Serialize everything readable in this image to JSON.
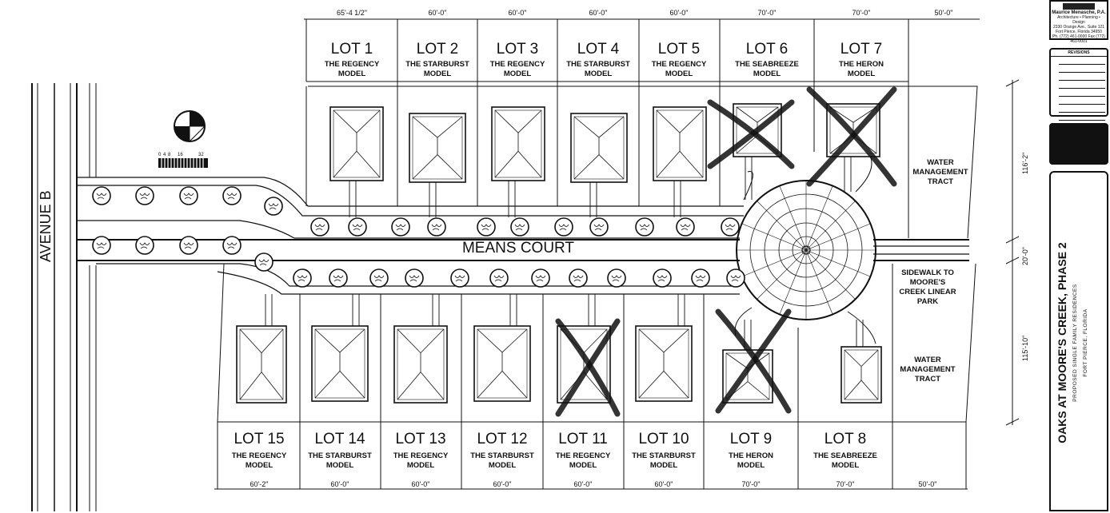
{
  "street_name": "MEANS COURT",
  "avenue_name": "AVENUE B",
  "scale_bar": {
    "ticks": [
      "0",
      "4",
      "8",
      "16",
      "32"
    ]
  },
  "north_lots": [
    {
      "lot": "LOT 1",
      "model": [
        "THE REGENCY",
        "MODEL"
      ],
      "width": "65'-4 1/2\"",
      "crossed": false
    },
    {
      "lot": "LOT 2",
      "model": [
        "THE STARBURST",
        "MODEL"
      ],
      "width": "60'-0\"",
      "crossed": false
    },
    {
      "lot": "LOT 3",
      "model": [
        "THE REGENCY",
        "MODEL"
      ],
      "width": "60'-0\"",
      "crossed": false
    },
    {
      "lot": "LOT 4",
      "model": [
        "THE STARBURST",
        "MODEL"
      ],
      "width": "60'-0\"",
      "crossed": false
    },
    {
      "lot": "LOT 5",
      "model": [
        "THE REGENCY",
        "MODEL"
      ],
      "width": "60'-0\"",
      "crossed": false
    },
    {
      "lot": "LOT 6",
      "model": [
        "THE SEABREEZE",
        "MODEL"
      ],
      "width": "70'-0\"",
      "crossed": true
    },
    {
      "lot": "LOT 7",
      "model": [
        "THE HERON",
        "MODEL"
      ],
      "width": "70'-0\"",
      "crossed": true
    }
  ],
  "south_lots": [
    {
      "lot": "LOT 15",
      "model": [
        "THE REGENCY",
        "MODEL"
      ],
      "width": "60'-2\"",
      "crossed": false
    },
    {
      "lot": "LOT 14",
      "model": [
        "THE STARBURST",
        "MODEL"
      ],
      "width": "60'-0\"",
      "crossed": false
    },
    {
      "lot": "LOT 13",
      "model": [
        "THE REGENCY",
        "MODEL"
      ],
      "width": "60'-0\"",
      "crossed": false
    },
    {
      "lot": "LOT 12",
      "model": [
        "THE STARBURST",
        "MODEL"
      ],
      "width": "60'-0\"",
      "crossed": false
    },
    {
      "lot": "LOT 11",
      "model": [
        "THE REGENCY",
        "MODEL"
      ],
      "width": "60'-0\"",
      "crossed": true
    },
    {
      "lot": "LOT 10",
      "model": [
        "THE STARBURST",
        "MODEL"
      ],
      "width": "60'-0\"",
      "crossed": false
    },
    {
      "lot": "LOT 9",
      "model": [
        "THE HERON",
        "MODEL"
      ],
      "width": "70'-0\"",
      "crossed": true
    },
    {
      "lot": "LOT 8",
      "model": [
        "THE SEABREEZE",
        "MODEL"
      ],
      "width": "70'-0\"",
      "crossed": false
    }
  ],
  "north_tract": {
    "label": [
      "WATER",
      "MANAGEMENT",
      "TRACT"
    ],
    "width": "50'-0\""
  },
  "south_tract": {
    "label": [
      "WATER",
      "MANAGEMENT",
      "TRACT"
    ],
    "width": "50'-0\""
  },
  "sidewalk": {
    "label": [
      "SIDEWALK TO",
      "MOORE'S",
      "CREEK LINEAR",
      "PARK"
    ]
  },
  "depth_dims": {
    "north": "116'-2\"",
    "street": "20'-0\"",
    "south": "115'-10\""
  },
  "title_block": {
    "firm": "Maurice Menasche, P.A.",
    "services": "Architecture • Planning • Design",
    "lines": [
      "2330 Orange Ave., Suite 121",
      "Fort Pierce, Florida 34950",
      "Ph. (772) 461-0000  Fax (772) 461-0001"
    ]
  },
  "revisions": {
    "title": "REVISIONS"
  },
  "project": {
    "title": "OAKS AT MOORE'S CREEK, PHASE 2",
    "subtitle": "PROPOSED SINGLE FAMILY RESIDENCES",
    "location": "FORT PIERCE, FLORIDA"
  }
}
